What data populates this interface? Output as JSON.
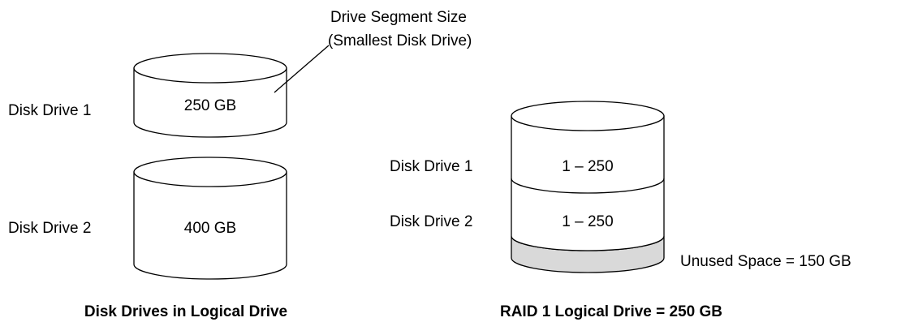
{
  "colors": {
    "outline": "#000000",
    "background": "#ffffff",
    "unused_fill": "#d9d9d9"
  },
  "left_panel": {
    "callout_line1": "Drive Segment Size",
    "callout_line2": "(Smallest Disk Drive)",
    "drive1_label": "Disk Drive 1",
    "drive1_capacity": "250 GB",
    "drive2_label": "Disk Drive 2",
    "drive2_capacity": "400 GB",
    "caption": "Disk Drives in Logical Drive"
  },
  "right_panel": {
    "drive1_label": "Disk Drive 1",
    "drive1_segment": "1 – 250",
    "drive2_label": "Disk Drive 2",
    "drive2_segment": "1 – 250",
    "unused_label": "Unused Space = 150 GB",
    "caption": "RAID 1 Logical Drive = 250 GB"
  }
}
